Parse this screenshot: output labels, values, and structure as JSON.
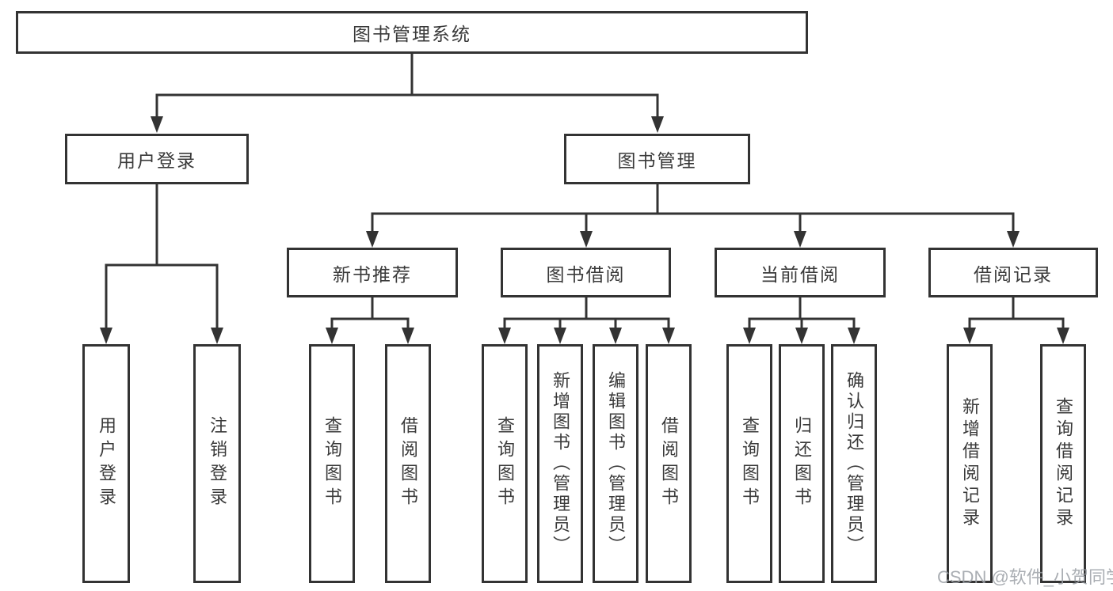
{
  "diagram": {
    "root": {
      "label": "图书管理系统"
    },
    "branches": {
      "user_login": {
        "label": "用户登录",
        "children": [
          "用户登录",
          "注销登录"
        ]
      },
      "book_management": {
        "label": "图书管理",
        "groups": [
          {
            "label": "新书推荐",
            "children": [
              "查询图书",
              "借阅图书"
            ]
          },
          {
            "label": "图书借阅",
            "children": [
              "查询图书",
              "新增图书（管理员）",
              "编辑图书（管理员）",
              "借阅图书"
            ]
          },
          {
            "label": "当前借阅",
            "children": [
              "查询图书",
              "归还图书",
              "确认归还（管理员）"
            ]
          },
          {
            "label": "借阅记录",
            "children": [
              "新增借阅记录",
              "查询借阅记录"
            ]
          }
        ]
      }
    },
    "watermark": "CSDN @软件_小贺同学",
    "colors": {
      "line": "#333333",
      "box_border": "#333333",
      "text": "#3a3a3a",
      "watermark": "#9ba0a6",
      "background": "#ffffff"
    }
  }
}
